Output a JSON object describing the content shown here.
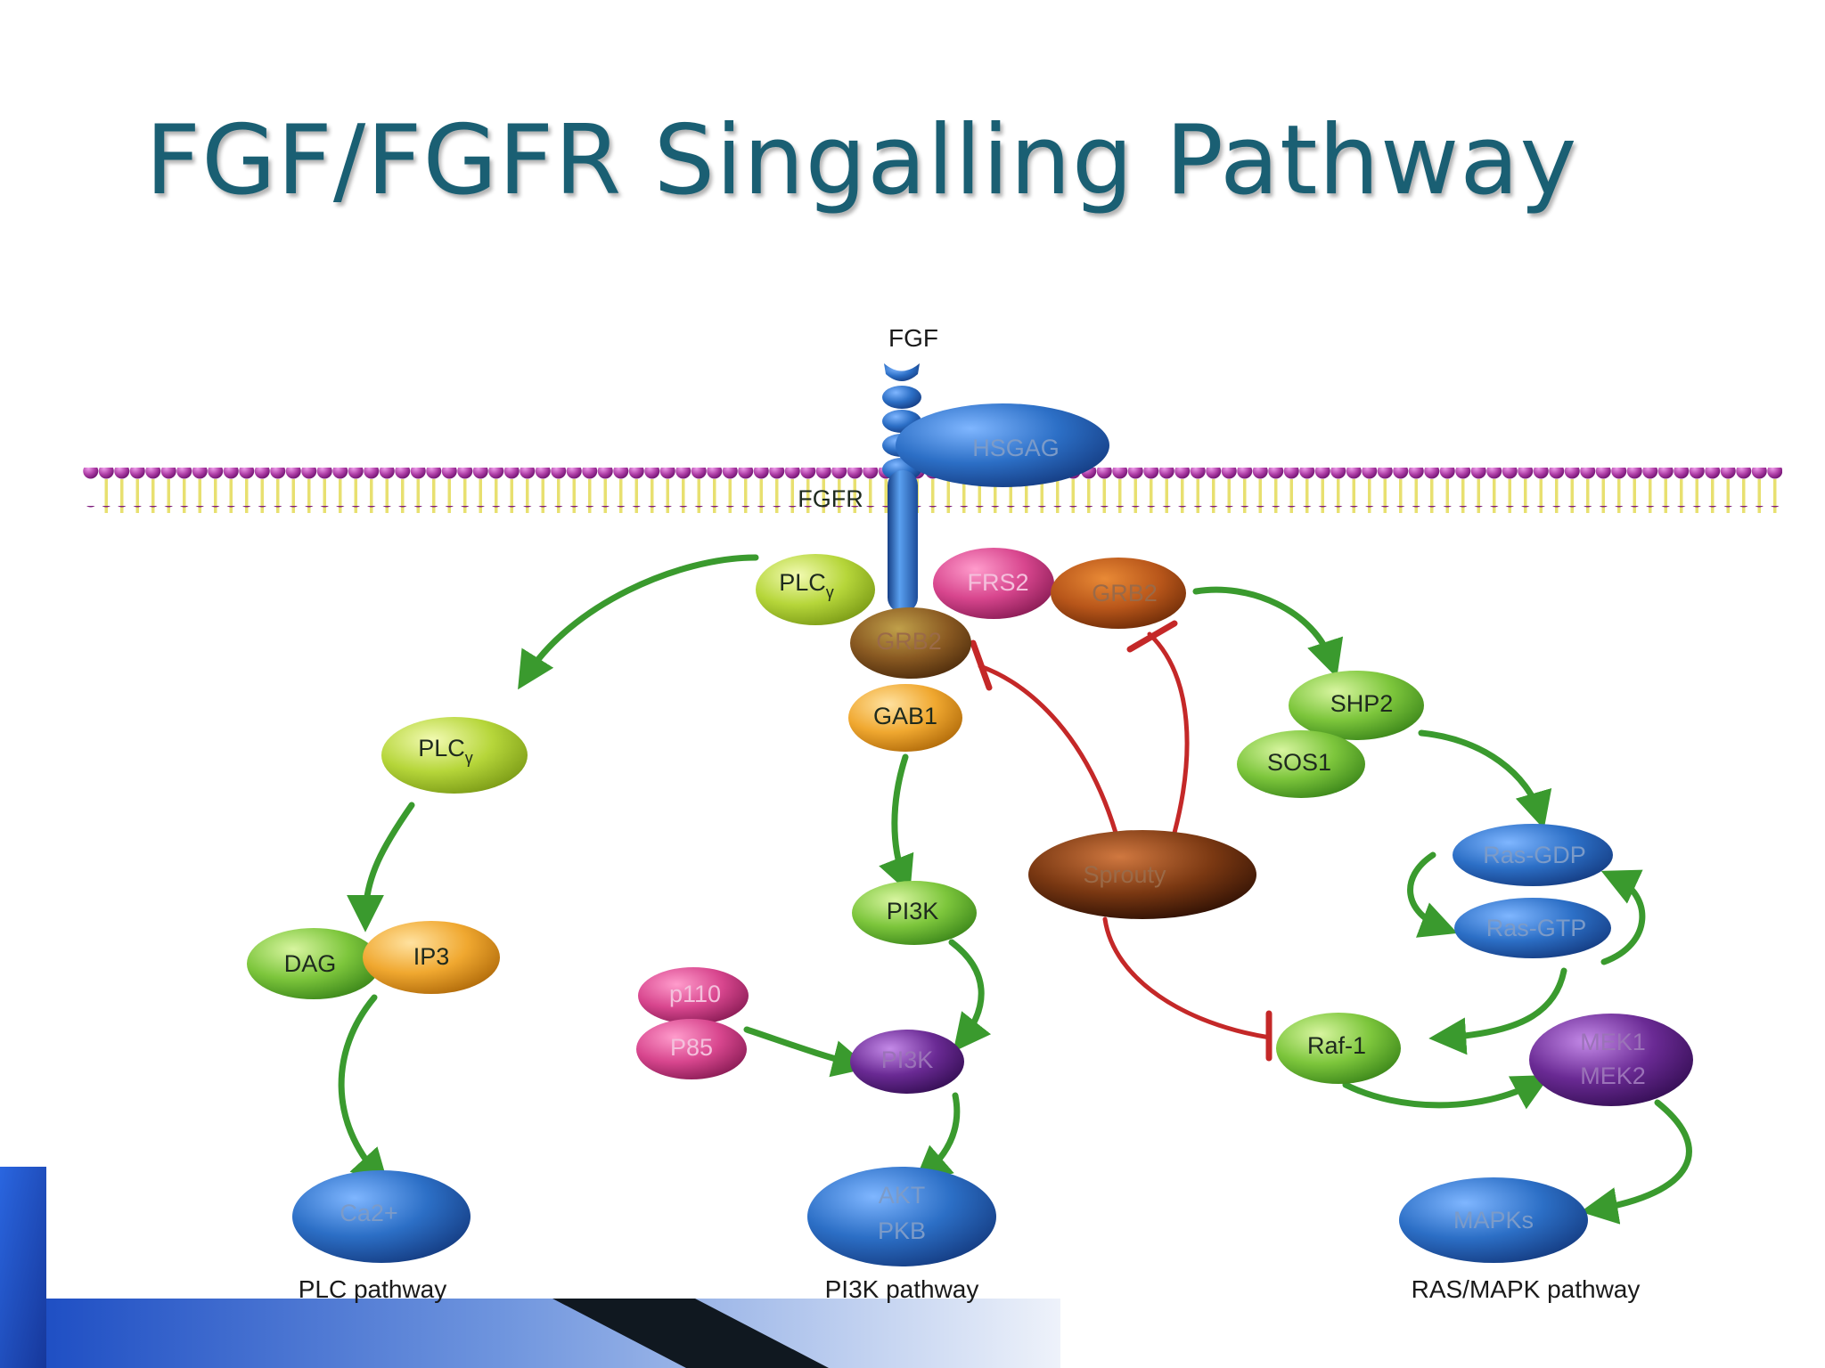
{
  "slide": {
    "title": "FGF/FGFR Singalling Pathway"
  },
  "diagram": {
    "labels": {
      "fgf": "FGF",
      "hsgag": "HSGAG",
      "fgfr": "FGFR",
      "plcy_top": "PLC",
      "plcy_top_sub": "γ",
      "frs2": "FRS2",
      "grb2_right": "GRB2",
      "grb2_left": "GRB2",
      "gab1": "GAB1",
      "plcy_mid": "PLC",
      "plcy_mid_sub": "γ",
      "shp2": "SHP2",
      "sos1": "SOS1",
      "sprouty": "Sprouty",
      "ras_gdp": "Ras-GDP",
      "ras_gtp": "Ras-GTP",
      "pi3k": "PI3K",
      "dag": "DAG",
      "ip3": "IP3",
      "p110": "p110",
      "p85": "P85",
      "pi3k_complex": "PI3K",
      "raf1": "Raf-1",
      "mek1": "MEK1",
      "mek2": "MEK2",
      "ca2": "Ca2+",
      "akt": "AKT",
      "pkb": "PKB",
      "mapks": "MAPKs"
    },
    "pathways": {
      "plc": "PLC pathway",
      "pi3k": "PI3K pathway",
      "ras_mapk": "RAS/MAPK pathway"
    },
    "colors": {
      "title": "#1a5f73",
      "activation_arrow": "#3a9a2e",
      "inhibition_line": "#c42828",
      "membrane_head": "#b040a8",
      "membrane_tail": "#e8e070",
      "blue_node": "#2c6fc6",
      "green_node": "#7dc63c",
      "yellowgreen_node": "#b6d63a",
      "pink_node": "#d8468e",
      "orange_node": "#f0a830",
      "brown_node": "#7a3812",
      "purple_node": "#6a2a94",
      "corner_blue": "#1f4fc4"
    }
  }
}
